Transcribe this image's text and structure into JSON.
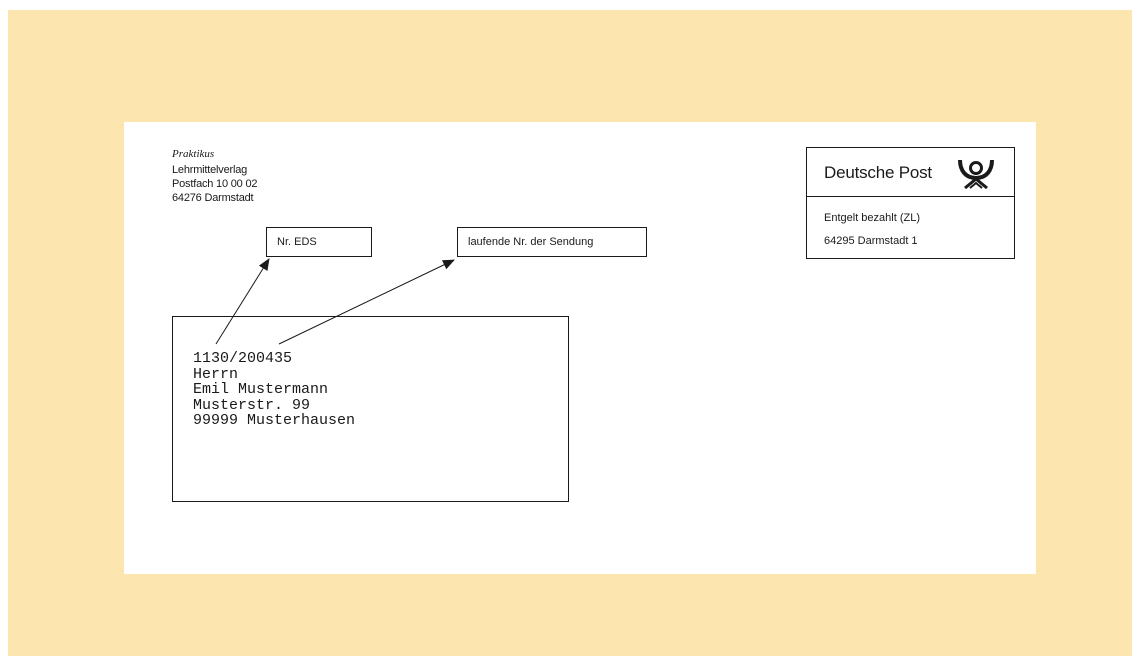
{
  "sender": {
    "brand": "Praktikus",
    "line1": "Lehrmittelverlag",
    "line2": "Postfach 10 00 02",
    "line3": "64276 Darmstadt"
  },
  "labels": {
    "eds": "Nr. EDS",
    "sequence": "laufende Nr. der Sendung"
  },
  "address": {
    "line1": "1130/200435",
    "line2": "Herrn",
    "line3": "Emil Mustermann",
    "line4": "Musterstr. 99",
    "line5": "99999 Musterhausen"
  },
  "postage": {
    "brand": "Deutsche Post",
    "line1": "Entgelt bezahlt (ZL)",
    "line2": "64295 Darmstadt 1",
    "icon": "posthorn-icon"
  },
  "colors": {
    "background": "#fce5ae",
    "envelope": "#ffffff",
    "ink": "#1a1a1a"
  }
}
